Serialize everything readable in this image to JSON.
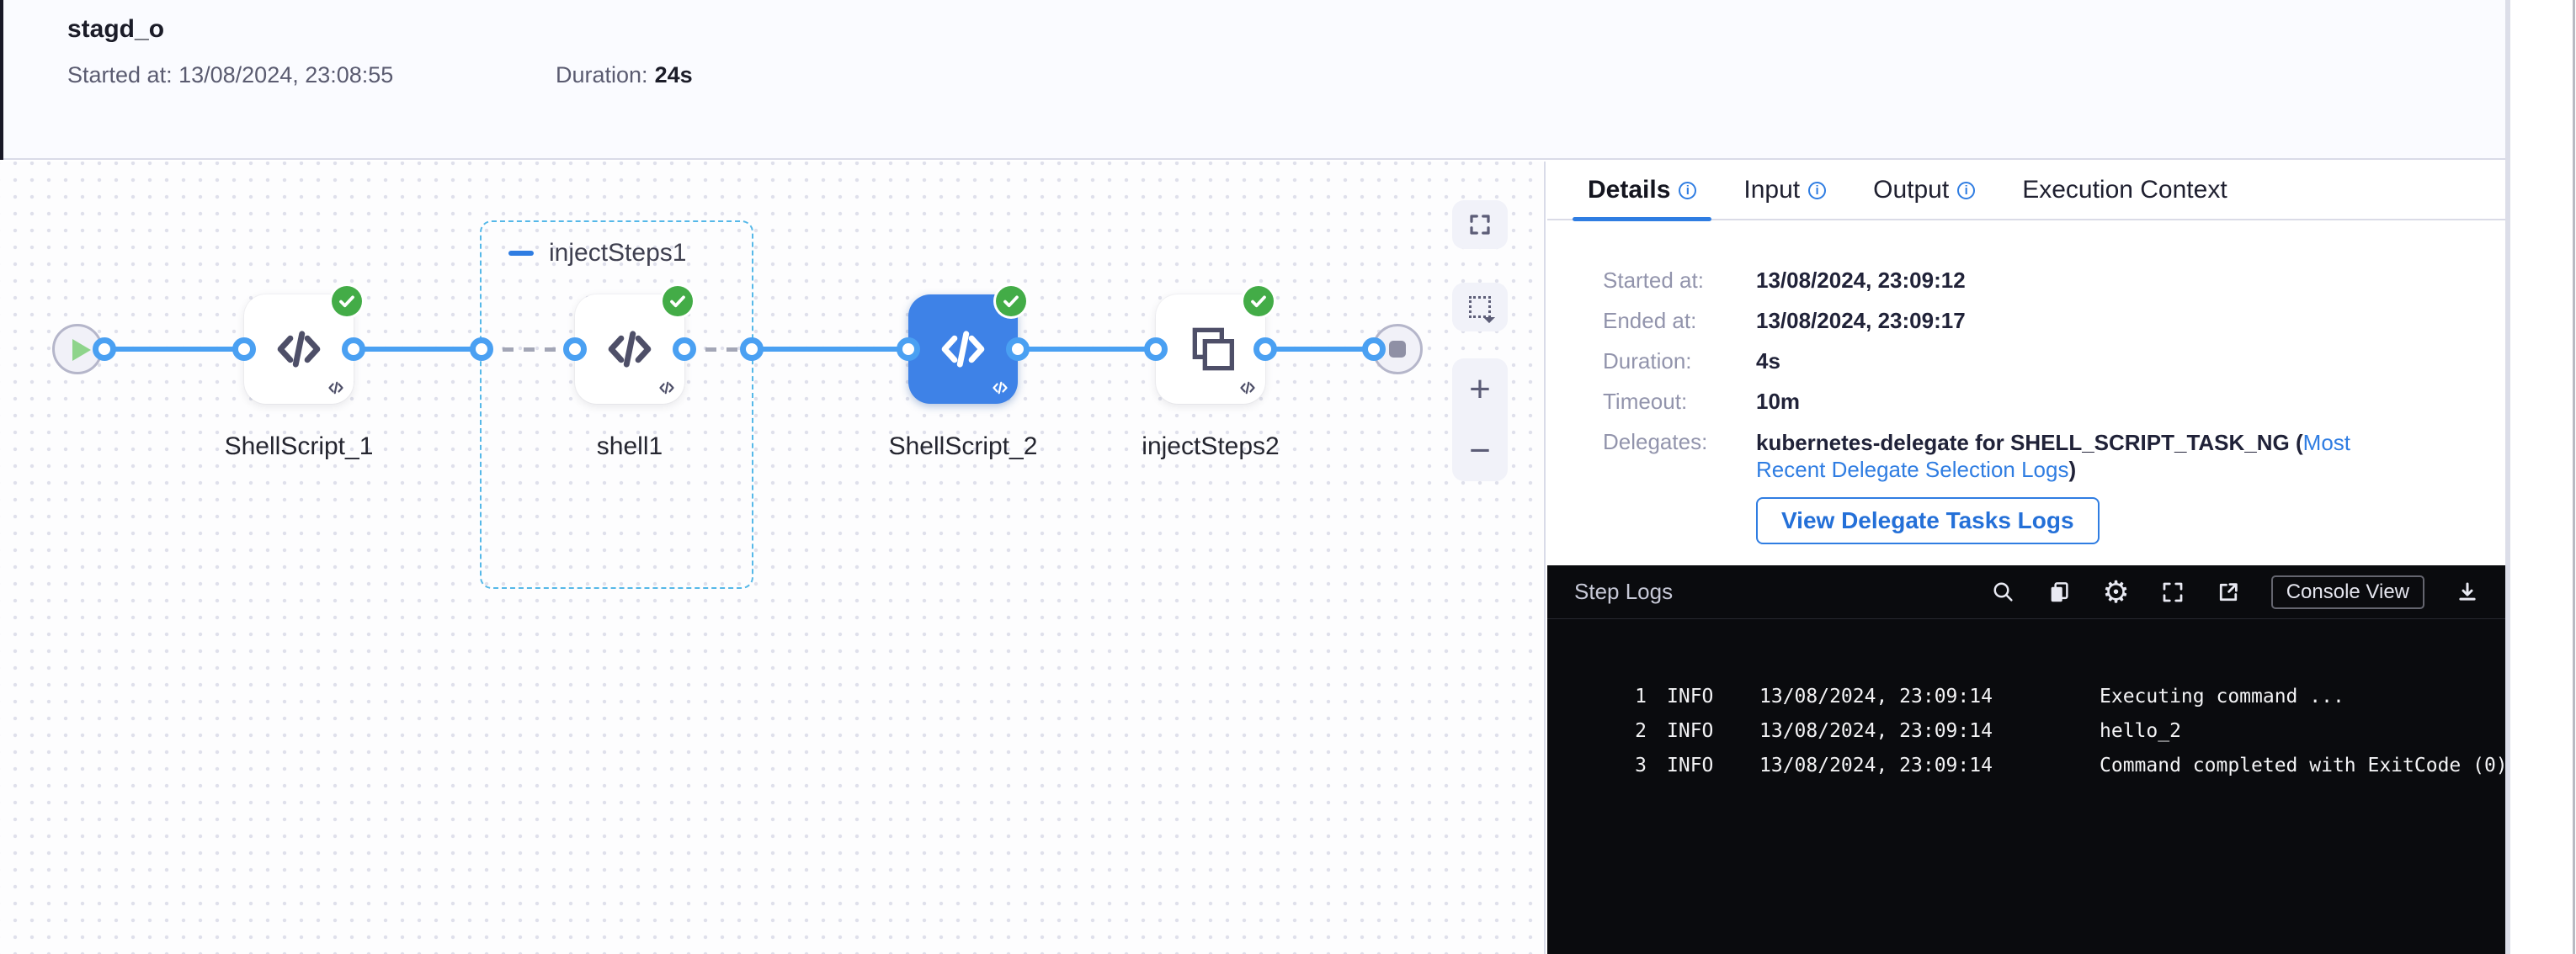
{
  "header": {
    "title": "stagd_o",
    "started_label": "Started at:",
    "started_value": "13/08/2024, 23:08:55",
    "duration_label": "Duration:",
    "duration_value": "24s"
  },
  "canvas": {
    "group": {
      "label": "injectSteps1"
    },
    "nodes": [
      {
        "id": "ShellScript_1",
        "label": "ShellScript_1",
        "status": "success",
        "selected": false
      },
      {
        "id": "shell1",
        "label": "shell1",
        "status": "success",
        "selected": false
      },
      {
        "id": "ShellScript_2",
        "label": "ShellScript_2",
        "status": "success",
        "selected": true
      },
      {
        "id": "injectSteps2",
        "label": "injectSteps2",
        "status": "success",
        "selected": false
      }
    ],
    "toolbar_icons": [
      "fit-view-icon",
      "marquee-select-icon",
      "zoom-in-icon",
      "zoom-out-icon"
    ]
  },
  "panel": {
    "tabs": [
      {
        "label": "Details",
        "has_info_icon": true,
        "active": true
      },
      {
        "label": "Input",
        "has_info_icon": true,
        "active": false
      },
      {
        "label": "Output",
        "has_info_icon": true,
        "active": false
      },
      {
        "label": "Execution Context",
        "has_info_icon": false,
        "active": false
      }
    ],
    "details": {
      "rows": [
        {
          "label": "Started at:",
          "value": "13/08/2024, 23:09:12"
        },
        {
          "label": "Ended at:",
          "value": "13/08/2024, 23:09:17"
        },
        {
          "label": "Duration:",
          "value": "4s"
        },
        {
          "label": "Timeout:",
          "value": "10m"
        }
      ],
      "delegates_label": "Delegates:",
      "delegates_prefix": "kubernetes-delegate for SHELL_SCRIPT_TASK_NG (",
      "delegates_link": "Most Recent Delegate Selection Logs",
      "delegates_suffix": ")",
      "button_label": "View Delegate Tasks Logs"
    },
    "logs": {
      "title": "Step Logs",
      "toolbar_icons": [
        "search-icon",
        "copy-icon",
        "gear-icon",
        "fullscreen-icon",
        "external-link-icon",
        "download-icon"
      ],
      "console_view_label": "Console View",
      "lines": [
        {
          "num": "1",
          "level": "INFO",
          "time": "13/08/2024, 23:09:14",
          "msg": "Executing command ..."
        },
        {
          "num": "2",
          "level": "INFO",
          "time": "13/08/2024, 23:09:14",
          "msg": "hello_2"
        },
        {
          "num": "3",
          "level": "INFO",
          "time": "13/08/2024, 23:09:14",
          "msg": "Command completed with ExitCode (0)"
        }
      ]
    }
  },
  "icons": {
    "info_glyph": "i",
    "gear_glyph": "⚙",
    "zoom_in_glyph": "+",
    "zoom_out_glyph": "−"
  },
  "colors": {
    "accent_blue": "#2f7de2",
    "connector_blue": "#4aa0f2",
    "selected_node_blue": "#3e82e7",
    "success_green": "#43ac47",
    "group_border_blue": "#55b8e8",
    "header_bg": "#fafbff",
    "log_bg": "#0a0b0e"
  }
}
